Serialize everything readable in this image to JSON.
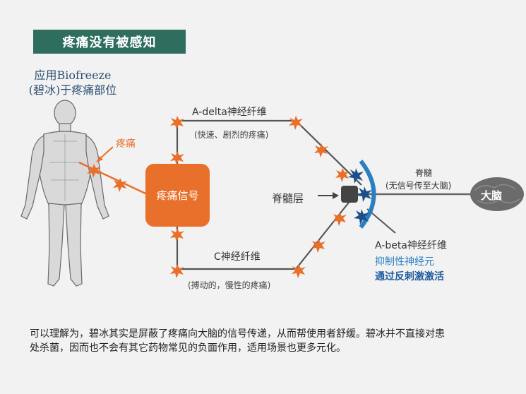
{
  "title": "疼痛没有被感知",
  "apply_label": [
    "应用Biofreeze",
    "(碧冰)于疼痛部位"
  ],
  "pain_label": "疼痛",
  "signal_box": "疼痛信号",
  "a_delta": {
    "label": "A-delta神经纤维",
    "sub": "(快速、剧烈的疼痛)"
  },
  "c_fiber": {
    "label": "C神经纤维",
    "sub": "(搏动的，慢性的疼痛)"
  },
  "dorsal_horn": "脊髓层",
  "spinal_cord": {
    "label": "脊髓",
    "sub": "(无信号传至大脑)"
  },
  "brain": "大脑",
  "a_beta": {
    "label": "A-beta神经纤维",
    "line2": "抑制性神经元",
    "line3": "通过反刺激激活"
  },
  "paragraph": "可以理解为，碧冰其实是屏蔽了疼痛向大脑的信号传递，从而帮使用者舒缓。碧冰并不直接对患处杀菌，因而也不会有其它药物常见的负面作用，适用场景也更多元化。",
  "colors": {
    "title_bg": "#2f6d5f",
    "pain": "#e8702a",
    "spinal": "#2a7fc1",
    "brain": "#6b6b6b",
    "nerve": "#555555"
  }
}
